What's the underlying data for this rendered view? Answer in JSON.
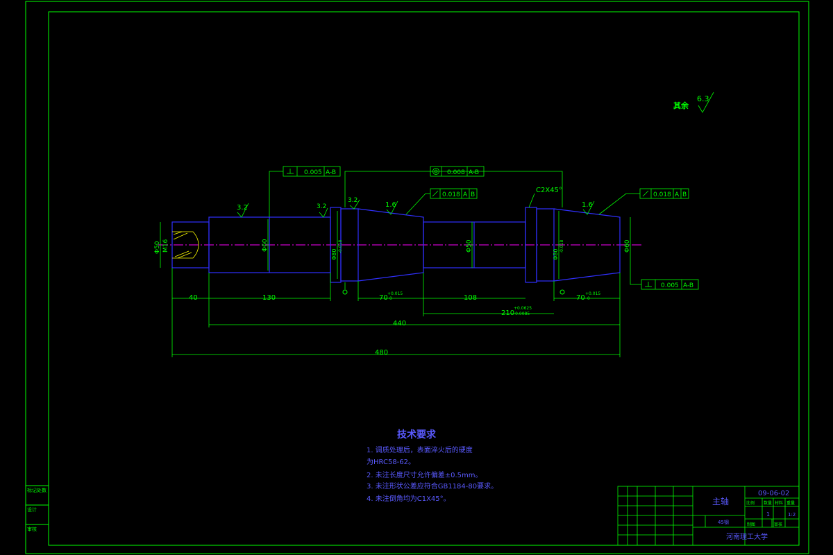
{
  "drawing": {
    "colors": {
      "background": "#000000",
      "frame": "#00ff00",
      "outline": "#3030ff",
      "dimension": "#00ff00",
      "centerline": "#ff00ff",
      "hatch": "#ffff00",
      "text_blue": "#5a5aff",
      "text_green": "#00ff00"
    },
    "surface_finish": {
      "other": "其余",
      "other_value": "6.3",
      "s1": "3.2",
      "s2": "3.2",
      "s3": "3.2",
      "s4": "1.6",
      "s5": "1.6"
    },
    "tolerances": {
      "perp_left": {
        "value": "0.005",
        "datum": "A-B"
      },
      "concentric": {
        "value": "0.008",
        "datum": "A-B"
      },
      "runout_left": {
        "value": "0.018",
        "datum_a": "A",
        "datum_b": "B"
      },
      "runout_right": {
        "value": "0.018",
        "datum_a": "A",
        "datum_b": "B"
      },
      "perp_right": {
        "value": "0.005",
        "datum": "A-B"
      }
    },
    "chamfer": "C2X45°",
    "dimensions": {
      "d_40": "40",
      "d_130": "130",
      "d_70_left": "70",
      "tol_70_left": "+0.015",
      "tol_70_left_lower": "0",
      "d_108": "108",
      "d_210": "210",
      "tol_210_upper": "+0.0625",
      "tol_210_lower": "-0.0085",
      "d_70_right": "70",
      "tol_70_right": "+0.015",
      "tol_70_right_lower": "0",
      "d_440": "440",
      "d_480": "480",
      "dia_50_left": "Φ50",
      "m16": "M16",
      "dia_60_a": "Φ60",
      "dia_80_left": "Φ80",
      "tol_80_left": "-0.018",
      "dia_50_mid": "Φ50",
      "dia_80_right": "Φ80",
      "tol_80_right": "-0.018",
      "dia_60_right": "Φ60"
    },
    "tech_requirements": {
      "title": "技术要求",
      "l1": "1. 调质处理后，表面淬火后的硬度",
      "l2": "为HRC58-62。",
      "l3": "2. 未注长度尺寸允许偏差±0.5mm。",
      "l4": "3. 未注形状公差应符合GB1184-80要求。",
      "l5": "4. 未注倒角均为C1X45°。"
    },
    "title_block": {
      "part_name": "主轴",
      "material": "45钢",
      "date": "09-06-02",
      "school": "河南理工大学",
      "sheet": "1",
      "scale": "1:2",
      "h1": "比例",
      "h2": "数量",
      "h3": "材料",
      "h4": "重量",
      "r1": "制图",
      "r2": "审核",
      "left_tag_1": "标记处数",
      "left_tag_2": "设计",
      "left_tag_3": "审核"
    }
  }
}
